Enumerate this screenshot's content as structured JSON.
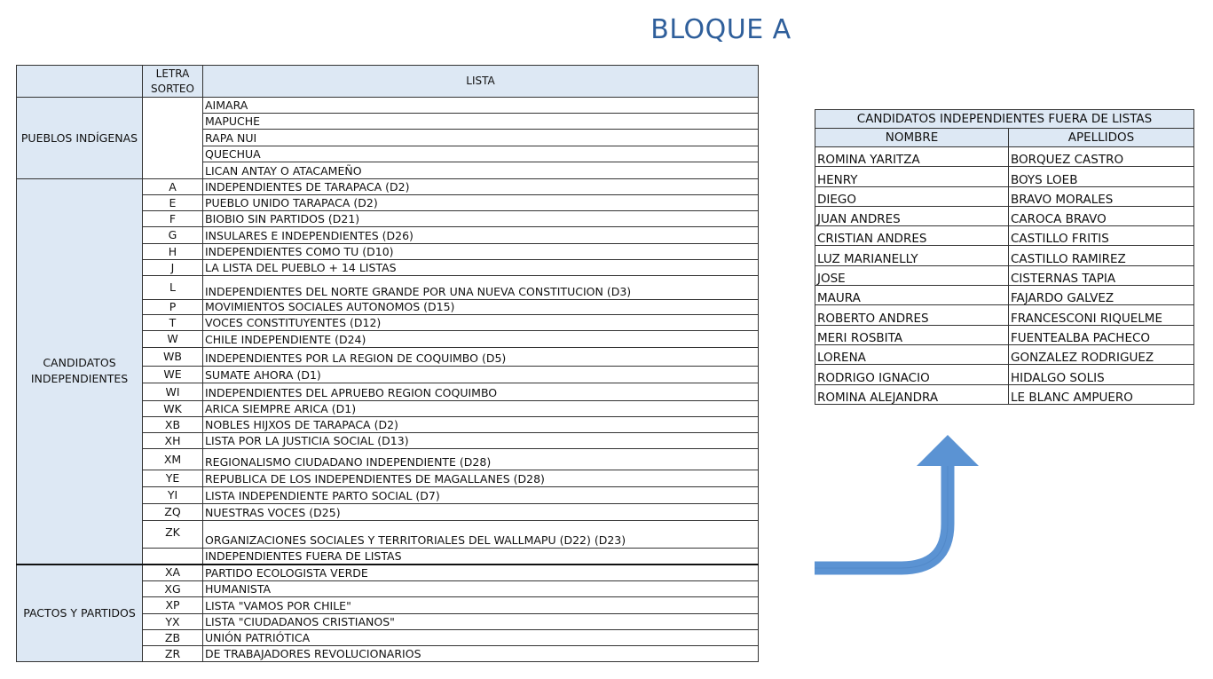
{
  "title": "BLOQUE A",
  "left_table": {
    "headers": {
      "letra": "LETRA SORTEO",
      "lista": "LISTA"
    },
    "groups": [
      {
        "label": "PUEBLOS INDÍGENAS",
        "rows": [
          {
            "letra": "",
            "lista": "AIMARA"
          },
          {
            "letra": "",
            "lista": "MAPUCHE"
          },
          {
            "letra": "",
            "lista": "RAPA NUI"
          },
          {
            "letra": "",
            "lista": "QUECHUA"
          },
          {
            "letra": "",
            "lista": "LICAN ANTAY O ATACAMEÑO"
          }
        ]
      },
      {
        "label": "CANDIDATOS INDEPENDIENTES",
        "rows": [
          {
            "letra": "A",
            "lista": "INDEPENDIENTES DE TARAPACA (D2)"
          },
          {
            "letra": "E",
            "lista": "PUEBLO UNIDO TARAPACA (D2)"
          },
          {
            "letra": "F",
            "lista": "BIOBIO SIN PARTIDOS (D21)"
          },
          {
            "letra": "G",
            "lista": "INSULARES E INDEPENDIENTES (D26)"
          },
          {
            "letra": "H",
            "lista": "INDEPENDIENTES COMO TU (D10)"
          },
          {
            "letra": "J",
            "lista": "LA LISTA DEL PUEBLO + 14 LISTAS"
          },
          {
            "letra": "L",
            "lista": "INDEPENDIENTES DEL NORTE GRANDE POR UNA NUEVA CONSTITUCION (D3)"
          },
          {
            "letra": "P",
            "lista": "MOVIMIENTOS SOCIALES AUTONOMOS (D15)"
          },
          {
            "letra": "T",
            "lista": "VOCES CONSTITUYENTES (D12)"
          },
          {
            "letra": "W",
            "lista": "CHILE INDEPENDIENTE (D24)"
          },
          {
            "letra": "WB",
            "lista": "INDEPENDIENTES POR LA REGION DE COQUIMBO (D5)"
          },
          {
            "letra": "WE",
            "lista": "SUMATE AHORA (D1)"
          },
          {
            "letra": "WI",
            "lista": "INDEPENDIENTES DEL APRUEBO REGION COQUIMBO"
          },
          {
            "letra": "WK",
            "lista": "ARICA SIEMPRE ARICA (D1)"
          },
          {
            "letra": "XB",
            "lista": "NOBLES HIJXOS DE TARAPACA (D2)"
          },
          {
            "letra": "XH",
            "lista": "LISTA POR LA JUSTICIA SOCIAL (D13)"
          },
          {
            "letra": "XM",
            "lista": "REGIONALISMO CIUDADANO INDEPENDIENTE (D28)"
          },
          {
            "letra": "YE",
            "lista": "REPUBLICA DE LOS INDEPENDIENTES DE MAGALLANES (D28)"
          },
          {
            "letra": "YI",
            "lista": "LISTA INDEPENDIENTE PARTO SOCIAL (D7)"
          },
          {
            "letra": "ZQ",
            "lista": "NUESTRAS VOCES (D25)"
          },
          {
            "letra": "ZK",
            "lista": "ORGANIZACIONES SOCIALES Y TERRITORIALES DEL WALLMAPU (D22) (D23)"
          },
          {
            "letra": "",
            "lista": "INDEPENDIENTES FUERA DE LISTAS"
          }
        ]
      },
      {
        "label": "PACTOS Y PARTIDOS",
        "rows": [
          {
            "letra": "XA",
            "lista": "PARTIDO ECOLOGISTA VERDE"
          },
          {
            "letra": "XG",
            "lista": "HUMANISTA"
          },
          {
            "letra": "XP",
            "lista": "LISTA \"VAMOS POR CHILE\""
          },
          {
            "letra": "YX",
            "lista": "LISTA \"CIUDADANOS CRISTIANOS\""
          },
          {
            "letra": "ZB",
            "lista": "UNIÓN PATRIÓTICA"
          },
          {
            "letra": "ZR",
            "lista": "DE TRABAJADORES REVOLUCIONARIOS"
          }
        ]
      }
    ]
  },
  "right_table": {
    "title": "CANDIDATOS INDEPENDIENTES FUERA DE LISTAS",
    "headers": {
      "nombre": "NOMBRE",
      "apellidos": "APELLIDOS"
    },
    "rows": [
      {
        "nombre": "ROMINA YARITZA",
        "apellidos": "BORQUEZ CASTRO"
      },
      {
        "nombre": "HENRY",
        "apellidos": "BOYS LOEB"
      },
      {
        "nombre": "DIEGO",
        "apellidos": "BRAVO MORALES"
      },
      {
        "nombre": "JUAN ANDRES",
        "apellidos": "CAROCA BRAVO"
      },
      {
        "nombre": "CRISTIAN ANDRES",
        "apellidos": "CASTILLO FRITIS"
      },
      {
        "nombre": "LUZ MARIANELLY",
        "apellidos": "CASTILLO RAMIREZ"
      },
      {
        "nombre": "JOSE",
        "apellidos": "CISTERNAS TAPIA"
      },
      {
        "nombre": "MAURA",
        "apellidos": "FAJARDO GALVEZ"
      },
      {
        "nombre": "ROBERTO ANDRES",
        "apellidos": "FRANCESCONI RIQUELME"
      },
      {
        "nombre": "MERI ROSBITA",
        "apellidos": "FUENTEALBA PACHECO"
      },
      {
        "nombre": "LORENA",
        "apellidos": "GONZALEZ RODRIGUEZ"
      },
      {
        "nombre": "RODRIGO IGNACIO",
        "apellidos": "HIDALGO SOLIS"
      },
      {
        "nombre": "ROMINA ALEJANDRA",
        "apellidos": "LE BLANC AMPUERO"
      }
    ]
  },
  "colors": {
    "header_fill": "#dde8f4",
    "title": "#2f5f9b",
    "arrow": "#5b93d3"
  }
}
